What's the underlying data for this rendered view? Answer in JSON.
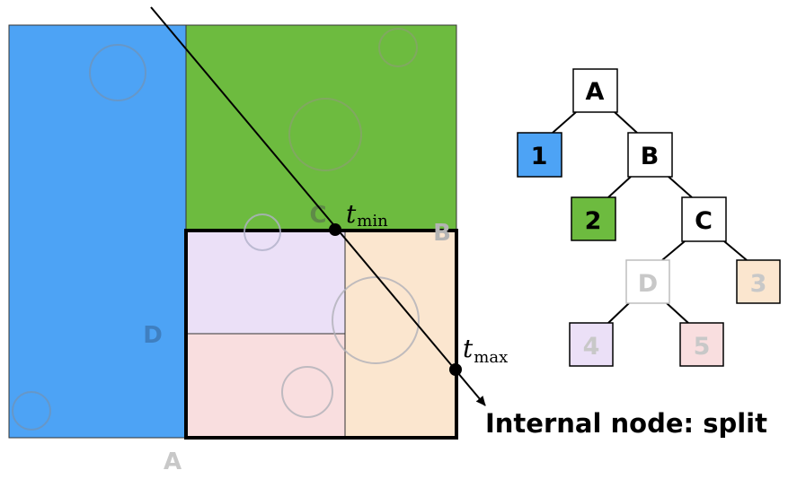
{
  "colors": {
    "blue": "#4da3f5",
    "green": "#6dbb3f",
    "lavender": "#ebe0f7",
    "pink": "#f9dedf",
    "peach": "#fbe6cf",
    "faded_label": "#c8c8c8",
    "circle_stroke": "#9aa6b6"
  },
  "regions": {
    "A_label": "A",
    "B_label": "B",
    "C_label": "C",
    "D_label": "D"
  },
  "ray": {
    "t_min": "t",
    "t_min_sub": "min",
    "t_max": "t",
    "t_max_sub": "max"
  },
  "tree": {
    "A": "A",
    "B": "B",
    "C": "C",
    "D": "D",
    "leaf1": "1",
    "leaf2": "2",
    "leaf3": "3",
    "leaf4": "4",
    "leaf5": "5"
  },
  "caption": "Internal node: split"
}
